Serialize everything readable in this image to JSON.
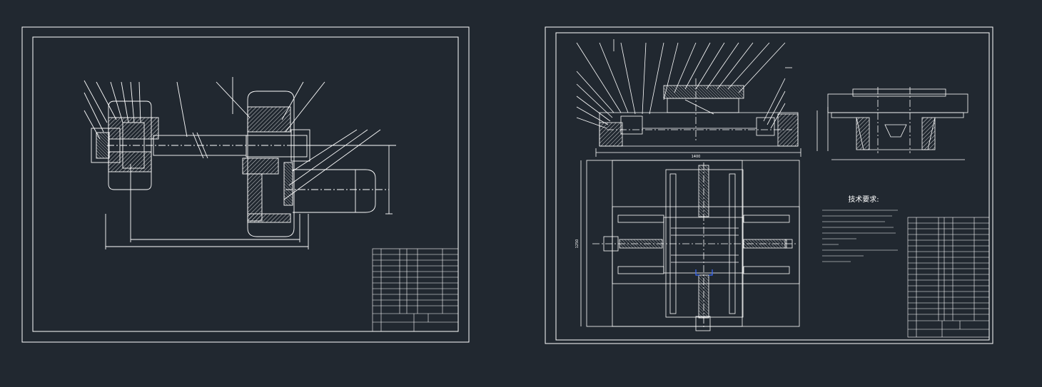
{
  "background": "#212830",
  "line_color": "#ffffff",
  "accent_color": "#3a6cff",
  "drawings": [
    {
      "name": "left-sheet",
      "title_block_caption": "",
      "dimensions": []
    },
    {
      "name": "right-sheet",
      "tech_requirements_title": "技术要求:",
      "dimensions": [
        "1400",
        "1250"
      ]
    }
  ]
}
